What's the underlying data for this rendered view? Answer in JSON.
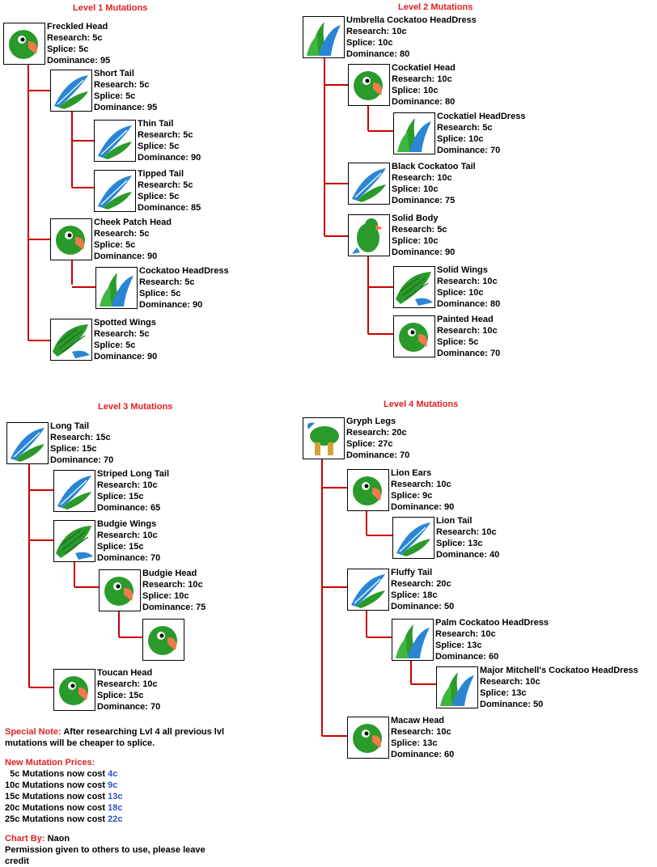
{
  "colors": {
    "title": "#e02020",
    "connector": "#cc0000",
    "price": "#3050c8",
    "parrot_green": "#2a9a2a",
    "feather_blue": "#2a86d4",
    "beak_orange": "#ef7a4a"
  },
  "levels": {
    "l1": "Level 1 Mutations",
    "l2": "Level 2 Mutations",
    "l3": "Level 3 Mutations",
    "l4": "Level 4 Mutations"
  },
  "labels": {
    "research": "Research:",
    "splice": "Splice:",
    "dominance": "Dominance:"
  },
  "mutations": [
    {
      "name": "Freckled Head",
      "research": "5c",
      "splice": "5c",
      "dominance": "95",
      "icon": "head-icon"
    },
    {
      "name": "Short Tail",
      "research": "5c",
      "splice": "5c",
      "dominance": "95",
      "icon": "tail-icon"
    },
    {
      "name": "Thin Tail",
      "research": "5c",
      "splice": "5c",
      "dominance": "90",
      "icon": "tail-icon"
    },
    {
      "name": "Tipped Tail",
      "research": "5c",
      "splice": "5c",
      "dominance": "85",
      "icon": "tail-icon"
    },
    {
      "name": "Cheek Patch Head",
      "research": "5c",
      "splice": "5c",
      "dominance": "90",
      "icon": "head-icon"
    },
    {
      "name": "Cockatoo HeadDress",
      "research": "5c",
      "splice": "5c",
      "dominance": "90",
      "icon": "headdress-icon"
    },
    {
      "name": "Spotted Wings",
      "research": "5c",
      "splice": "5c",
      "dominance": "90",
      "icon": "wings-icon"
    },
    {
      "name": "Umbrella Cockatoo HeadDress",
      "research": "10c",
      "splice": "10c",
      "dominance": "80",
      "icon": "headdress-icon"
    },
    {
      "name": "Cockatiel Head",
      "research": "10c",
      "splice": "10c",
      "dominance": "80",
      "icon": "head-icon"
    },
    {
      "name": "Cockatiel HeadDress",
      "research": "5c",
      "splice": "10c",
      "dominance": "70",
      "icon": "headdress-icon"
    },
    {
      "name": "Black Cockatoo Tail",
      "research": "10c",
      "splice": "10c",
      "dominance": "75",
      "icon": "tail-icon"
    },
    {
      "name": "Solid Body",
      "research": "5c",
      "splice": "10c",
      "dominance": "90",
      "icon": "body-icon"
    },
    {
      "name": "Solid Wings",
      "research": "10c",
      "splice": "10c",
      "dominance": "80",
      "icon": "wings-icon"
    },
    {
      "name": "Painted Head",
      "research": "10c",
      "splice": "5c",
      "dominance": "70",
      "icon": "head-icon"
    },
    {
      "name": "Long Tail",
      "research": "15c",
      "splice": "15c",
      "dominance": "70",
      "icon": "tail-icon"
    },
    {
      "name": "Striped Long Tail",
      "research": "10c",
      "splice": "15c",
      "dominance": "65",
      "icon": "tail-icon"
    },
    {
      "name": "Budgie Wings",
      "research": "10c",
      "splice": "15c",
      "dominance": "70",
      "icon": "wings-icon"
    },
    {
      "name": "Budgie Head",
      "research": "10c",
      "splice": "10c",
      "dominance": "75",
      "icon": "head-icon"
    },
    {
      "name": "Toucan Head",
      "research": "10c",
      "splice": "15c",
      "dominance": "70",
      "icon": "head-icon"
    },
    {
      "name": "Gryph Legs",
      "research": "20c",
      "splice": "27c",
      "dominance": "70",
      "icon": "legs-icon"
    },
    {
      "name": "Lion Ears",
      "research": "10c",
      "splice": "9c",
      "dominance": "90",
      "icon": "head-icon"
    },
    {
      "name": "Lion Tail",
      "research": "10c",
      "splice": "13c",
      "dominance": "40",
      "icon": "tail-icon"
    },
    {
      "name": "Fluffy Tail",
      "research": "20c",
      "splice": "18c",
      "dominance": "50",
      "icon": "tail-icon"
    },
    {
      "name": "Palm Cockatoo HeadDress",
      "research": "10c",
      "splice": "13c",
      "dominance": "60",
      "icon": "headdress-icon"
    },
    {
      "name": "Major Mitchell's Cockatoo HeadDress",
      "research": "10c",
      "splice": "13c",
      "dominance": "50",
      "icon": "headdress-icon"
    },
    {
      "name": "Macaw Head",
      "research": "10c",
      "splice": "13c",
      "dominance": "60",
      "icon": "head-icon"
    }
  ],
  "unlabeled_node_icon": "head-icon",
  "notes": {
    "special_label": "Special Note:",
    "special_text_1": "After researching Lvl 4 all previous lvl",
    "special_text_2": "mutations will be cheaper to splice.",
    "prices_title": "New Mutation Prices:",
    "prices": [
      {
        "text": "  5c Mutations now cost ",
        "value": "4c"
      },
      {
        "text": "10c Mutations now cost ",
        "value": "9c"
      },
      {
        "text": "15c Mutations now cost ",
        "value": "13c"
      },
      {
        "text": "20c Mutations now cost ",
        "value": "18c"
      },
      {
        "text": "25c Mutations now cost ",
        "value": "22c"
      }
    ],
    "chart_by_label": "Chart By:",
    "chart_by_name": "Naon",
    "permission_1": "Permission given to others to use, please leave",
    "permission_2": "credit"
  }
}
